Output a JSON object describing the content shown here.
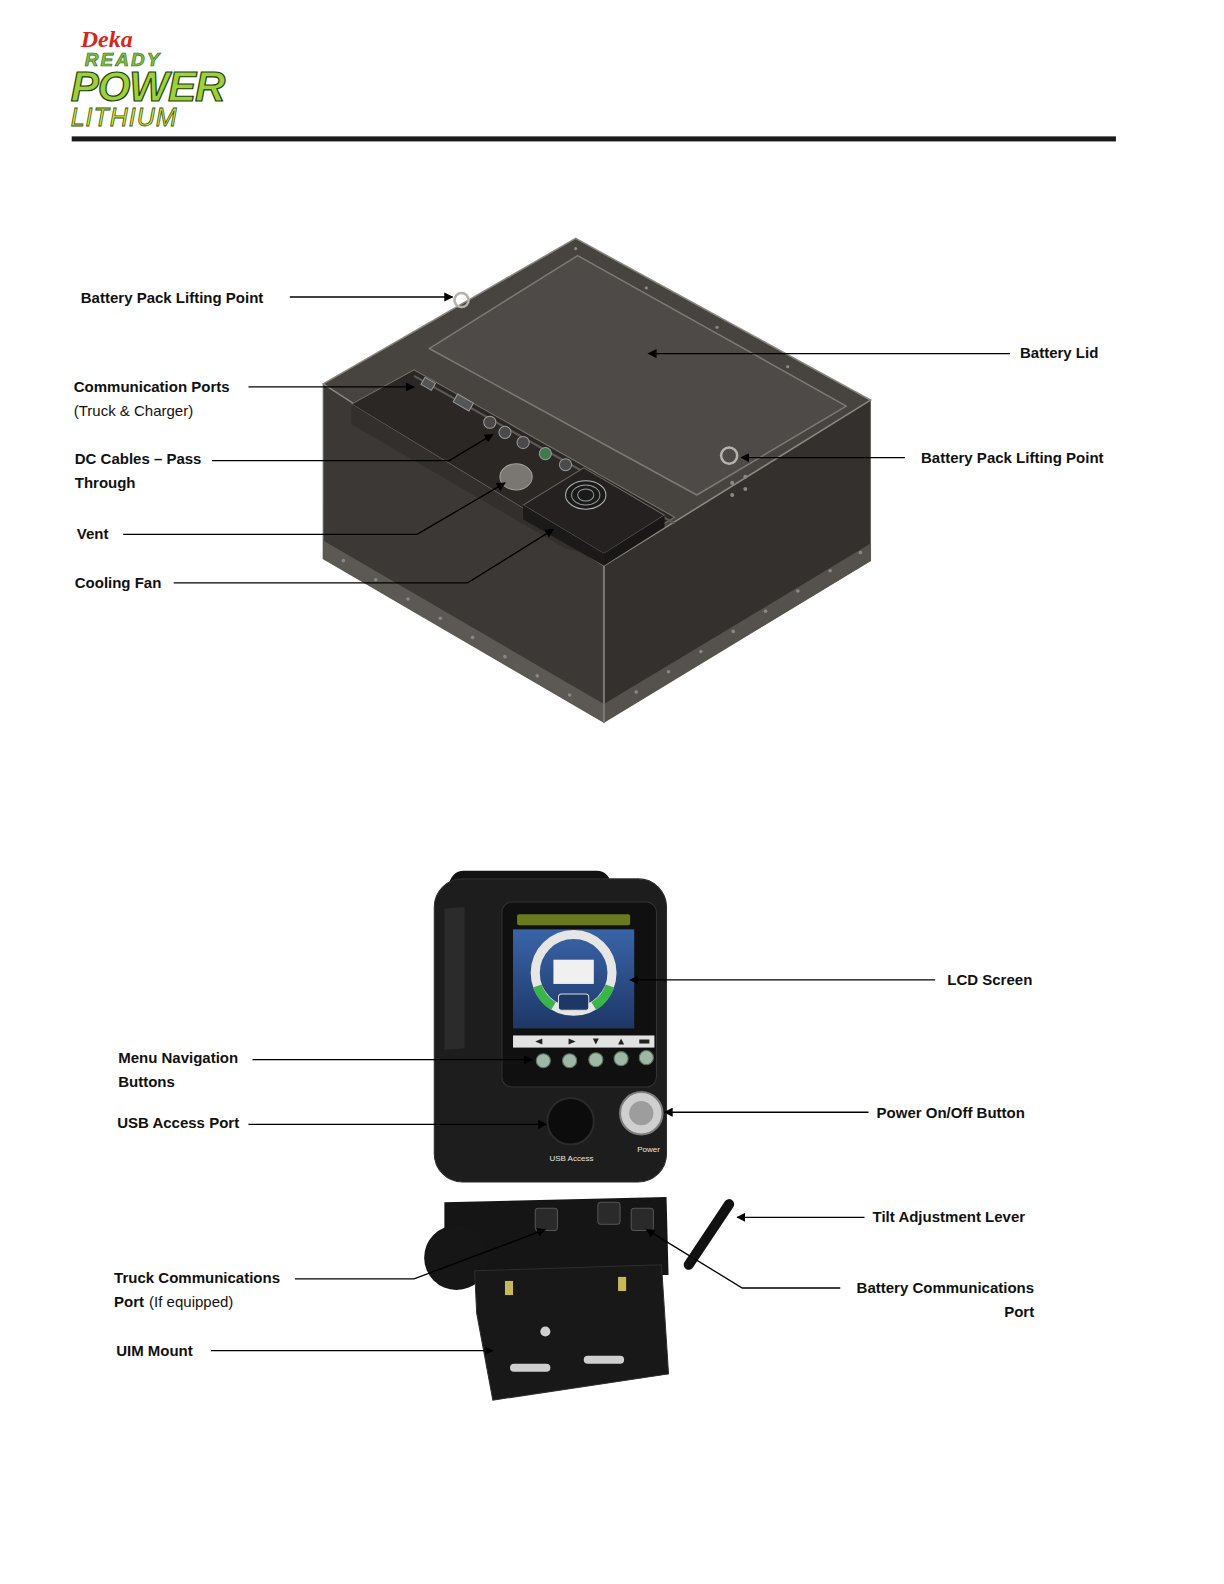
{
  "diagram": {
    "labels": [
      "Deka",
      "READY",
      "POWER",
      "LITHIUM",
      "Battery Pack Lifting Point",
      "Battery Lid",
      "Communication Ports",
      "(Truck & Charger)",
      "DC Cables – Pass Through",
      "Vent",
      "Cooling Fan",
      "Battery Pack Lifting Point",
      "LCD Screen",
      "Menu Navigation Buttons",
      "USB Access Port",
      "Power On/Off Button",
      "Tilt Adjustment Lever",
      "Truck Communications Port",
      "(If equipped)",
      "Battery Communications Port",
      "UIM Mount",
      "USB Access",
      "Power"
    ]
  }
}
